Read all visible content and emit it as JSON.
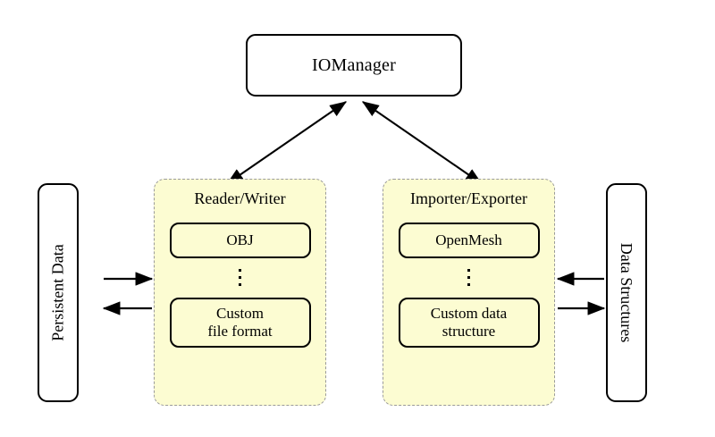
{
  "diagram": {
    "title_node": {
      "label": "IOManager"
    },
    "left_side_node": {
      "label": "Persistent Data",
      "orientation": "rotated-counter-clockwise"
    },
    "right_side_node": {
      "label": "Data Structures",
      "orientation": "rotated-clockwise"
    },
    "groups": [
      {
        "title": "Reader/Writer",
        "items": [
          {
            "label": "OBJ",
            "lines": [
              "OBJ"
            ]
          },
          {
            "label": "Custom file format",
            "lines": [
              "Custom",
              "file format"
            ]
          }
        ],
        "ellipsis": "vertical-ellipsis"
      },
      {
        "title": "Importer/Exporter",
        "items": [
          {
            "label": "OpenMesh",
            "lines": [
              "OpenMesh"
            ]
          },
          {
            "label": "Custom data structure",
            "lines": [
              "Custom data",
              "structure"
            ]
          }
        ],
        "ellipsis": "vertical-ellipsis"
      }
    ],
    "connectors": [
      {
        "name": "iomanager-to-reader-writer",
        "style": "double-headed-diagonal"
      },
      {
        "name": "iomanager-to-importer-exporter",
        "style": "double-headed-diagonal"
      },
      {
        "name": "persistent-data-to-reader-writer",
        "style": "single-headed-right"
      },
      {
        "name": "reader-writer-to-persistent-data",
        "style": "single-headed-left"
      },
      {
        "name": "data-structures-to-importer-exporter",
        "style": "single-headed-left"
      },
      {
        "name": "importer-exporter-to-data-structures",
        "style": "single-headed-right"
      }
    ],
    "colors": {
      "group_fill": "#fcfcd2",
      "group_border": "#9a9a9a",
      "node_border": "#000000",
      "background": "#ffffff"
    }
  }
}
